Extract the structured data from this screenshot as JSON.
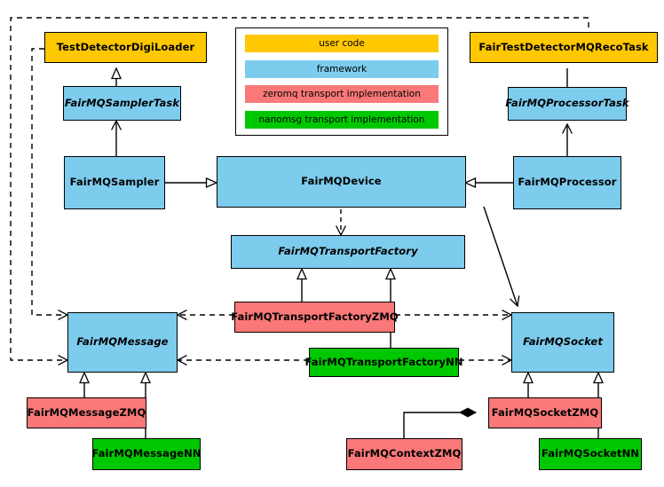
{
  "diagram": {
    "title": "FairMQ class hierarchy diagram",
    "type": "uml-class-diagram",
    "background": "#ffffff"
  },
  "colors": {
    "user_code": "#FFC800",
    "framework": "#7DCCEE",
    "zeromq": "#FA7878",
    "nanomsg": "#00C800",
    "stroke": "#000000"
  },
  "legend": {
    "items": [
      {
        "label": "user code",
        "color": "#FFC800"
      },
      {
        "label": "framework",
        "color": "#7DCCEE"
      },
      {
        "label": "zeromq transport implementation",
        "color": "#FA7878"
      },
      {
        "label": "nanomsg transport implementation",
        "color": "#00C800"
      }
    ]
  },
  "nodes": {
    "test_detector_digi_loader": {
      "label": "TestDetectorDigiLoader",
      "category": "user code",
      "abstract": false
    },
    "fair_mq_sampler_task": {
      "label": "FairMQSamplerTask",
      "category": "framework",
      "abstract": true
    },
    "fair_mq_sampler": {
      "label": "FairMQSampler",
      "category": "framework",
      "abstract": false
    },
    "fair_mq_device": {
      "label": "FairMQDevice",
      "category": "framework",
      "abstract": false
    },
    "fair_mq_processor": {
      "label": "FairMQProcessor",
      "category": "framework",
      "abstract": false
    },
    "fair_mq_processor_task": {
      "label": "FairMQProcessorTask",
      "category": "framework",
      "abstract": true
    },
    "fair_test_detector_mq_reco_task": {
      "label": "FairTestDetectorMQRecoTask",
      "category": "user code",
      "abstract": false
    },
    "fair_mq_transport_factory": {
      "label": "FairMQTransportFactory",
      "category": "framework",
      "abstract": true
    },
    "fair_mq_transport_factory_zmq": {
      "label": "FairMQTransportFactoryZMQ",
      "category": "zeromq",
      "abstract": false
    },
    "fair_mq_transport_factory_nn": {
      "label": "FairMQTransportFactoryNN",
      "category": "nanomsg",
      "abstract": false
    },
    "fair_mq_message": {
      "label": "FairMQMessage",
      "category": "framework",
      "abstract": true
    },
    "fair_mq_socket": {
      "label": "FairMQSocket",
      "category": "framework",
      "abstract": true
    },
    "fair_mq_message_zmq": {
      "label": "FairMQMessageZMQ",
      "category": "zeromq",
      "abstract": false
    },
    "fair_mq_message_nn": {
      "label": "FairMQMessageNN",
      "category": "nanomsg",
      "abstract": false
    },
    "fair_mq_socket_zmq": {
      "label": "FairMQSocketZMQ",
      "category": "zeromq",
      "abstract": false
    },
    "fair_mq_socket_nn": {
      "label": "FairMQSocketNN",
      "category": "nanomsg",
      "abstract": false
    },
    "fair_mq_context_zmq": {
      "label": "FairMQContextZMQ",
      "category": "zeromq",
      "abstract": false
    }
  },
  "edges": [
    {
      "from": "test_detector_digi_loader",
      "to": "fair_mq_sampler_task",
      "kind": "inheritance"
    },
    {
      "from": "fair_mq_sampler",
      "to": "fair_mq_sampler_task",
      "kind": "association"
    },
    {
      "from": "fair_mq_sampler",
      "to": "fair_mq_device",
      "kind": "inheritance"
    },
    {
      "from": "fair_mq_processor",
      "to": "fair_mq_device",
      "kind": "inheritance"
    },
    {
      "from": "fair_test_detector_mq_reco_task",
      "to": "fair_mq_processor_task",
      "kind": "inheritance"
    },
    {
      "from": "fair_mq_processor",
      "to": "fair_mq_processor_task",
      "kind": "association"
    },
    {
      "from": "fair_mq_device",
      "to": "fair_mq_transport_factory",
      "kind": "dependency"
    },
    {
      "from": "fair_mq_transport_factory_zmq",
      "to": "fair_mq_transport_factory",
      "kind": "inheritance"
    },
    {
      "from": "fair_mq_transport_factory_nn",
      "to": "fair_mq_transport_factory",
      "kind": "inheritance"
    },
    {
      "from": "fair_mq_transport_factory_zmq",
      "to": "fair_mq_message",
      "kind": "dependency"
    },
    {
      "from": "fair_mq_transport_factory_zmq",
      "to": "fair_mq_socket",
      "kind": "dependency"
    },
    {
      "from": "fair_mq_transport_factory_nn",
      "to": "fair_mq_message",
      "kind": "dependency"
    },
    {
      "from": "fair_mq_transport_factory_nn",
      "to": "fair_mq_socket",
      "kind": "dependency"
    },
    {
      "from": "fair_mq_device",
      "to": "fair_mq_socket",
      "kind": "association"
    },
    {
      "from": "fair_mq_message_zmq",
      "to": "fair_mq_message",
      "kind": "inheritance"
    },
    {
      "from": "fair_mq_message_nn",
      "to": "fair_mq_message",
      "kind": "inheritance"
    },
    {
      "from": "fair_mq_socket_zmq",
      "to": "fair_mq_socket",
      "kind": "inheritance"
    },
    {
      "from": "fair_mq_socket_nn",
      "to": "fair_mq_socket",
      "kind": "inheritance"
    },
    {
      "from": "fair_mq_context_zmq",
      "to": "fair_mq_socket_zmq",
      "kind": "composition"
    },
    {
      "from": "test_detector_digi_loader",
      "to": "fair_mq_message",
      "kind": "dependency-routed"
    },
    {
      "from": "fair_test_detector_mq_reco_task",
      "to": "fair_mq_message",
      "kind": "dependency-routed"
    }
  ]
}
